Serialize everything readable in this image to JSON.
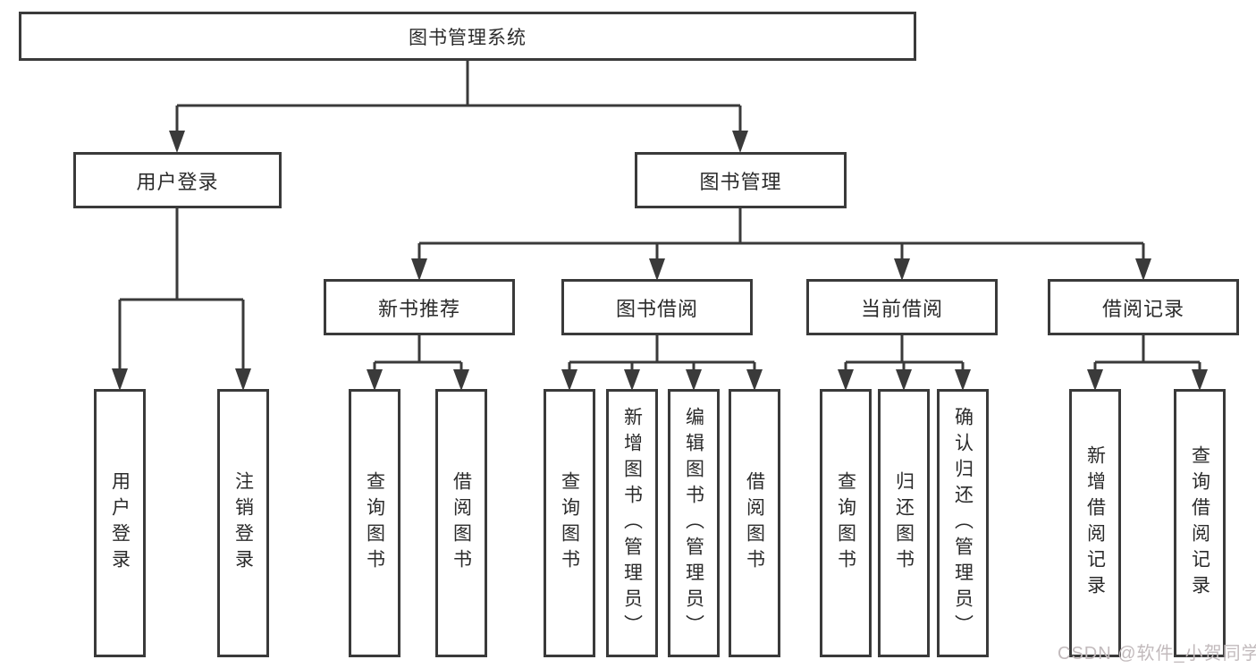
{
  "diagram": {
    "title": "图书管理系统",
    "root": "图书管理系统",
    "level1": [
      "用户登录",
      "图书管理"
    ],
    "level2": [
      "新书推荐",
      "图书借阅",
      "当前借阅",
      "借阅记录"
    ],
    "leaves": {
      "user_login": [
        "用户登录",
        "注销登录"
      ],
      "new_book": [
        "查询图书",
        "借阅图书"
      ],
      "book_borrow": [
        "查询图书",
        "新增图书（管理员）",
        "编辑图书（管理员）",
        "借阅图书"
      ],
      "current_borrow": [
        "查询图书",
        "归还图书",
        "确认归还（管理员）"
      ],
      "borrow_records": [
        "新增借阅记录",
        "查询借阅记录"
      ]
    },
    "colors": {
      "line": "#3a3a3a",
      "box_border": "#3a3a3a",
      "text": "#2b2b2b",
      "background": "#ffffff",
      "watermark": "#c2babc"
    },
    "watermark": "CSDN @软件_小贺同学"
  }
}
